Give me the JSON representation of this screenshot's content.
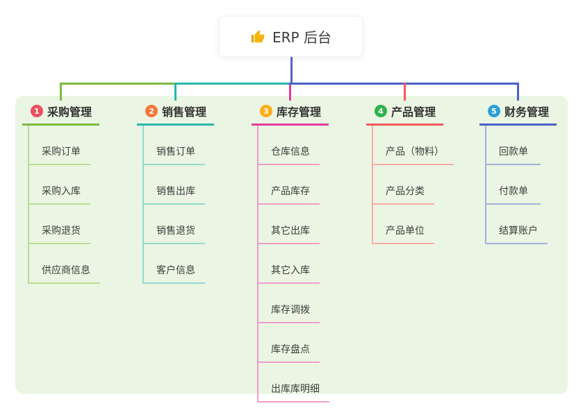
{
  "root": {
    "title": "ERP 后台",
    "icon": "thumbs-up-icon"
  },
  "connector": {
    "root_stem_color": "#5565cb"
  },
  "panel": {
    "background": "#eaf6e3"
  },
  "branches": [
    {
      "num": "1",
      "label": "采购管理",
      "badge_color": "#ec4f5f",
      "line_color": "#7cb93e",
      "light_color": "#b9dc92",
      "children": [
        "采购订单",
        "采购入库",
        "采购退货",
        "供应商信息"
      ]
    },
    {
      "num": "2",
      "label": "销售管理",
      "badge_color": "#f5773a",
      "line_color": "#27b6ad",
      "light_color": "#93d9d3",
      "children": [
        "销售订单",
        "销售出库",
        "销售退货",
        "客户信息"
      ]
    },
    {
      "num": "3",
      "label": "库存管理",
      "badge_color": "#fbae17",
      "line_color": "#e23a9d",
      "light_color": "#f29cca",
      "children": [
        "仓库信息",
        "产品库存",
        "其它出库",
        "其它入库",
        "库存调拨",
        "库存盘点",
        "出库库明细"
      ]
    },
    {
      "num": "4",
      "label": "产品管理",
      "badge_color": "#2cb34b",
      "line_color": "#f2575c",
      "light_color": "#f8aba5",
      "children": [
        "产品（物料）",
        "产品分类",
        "产品单位"
      ]
    },
    {
      "num": "5",
      "label": "财务管理",
      "badge_color": "#2d9fd8",
      "line_color": "#4a5fc9",
      "light_color": "#a2b1dc",
      "children": [
        "回款单",
        "付款单",
        "结算账户"
      ]
    }
  ]
}
